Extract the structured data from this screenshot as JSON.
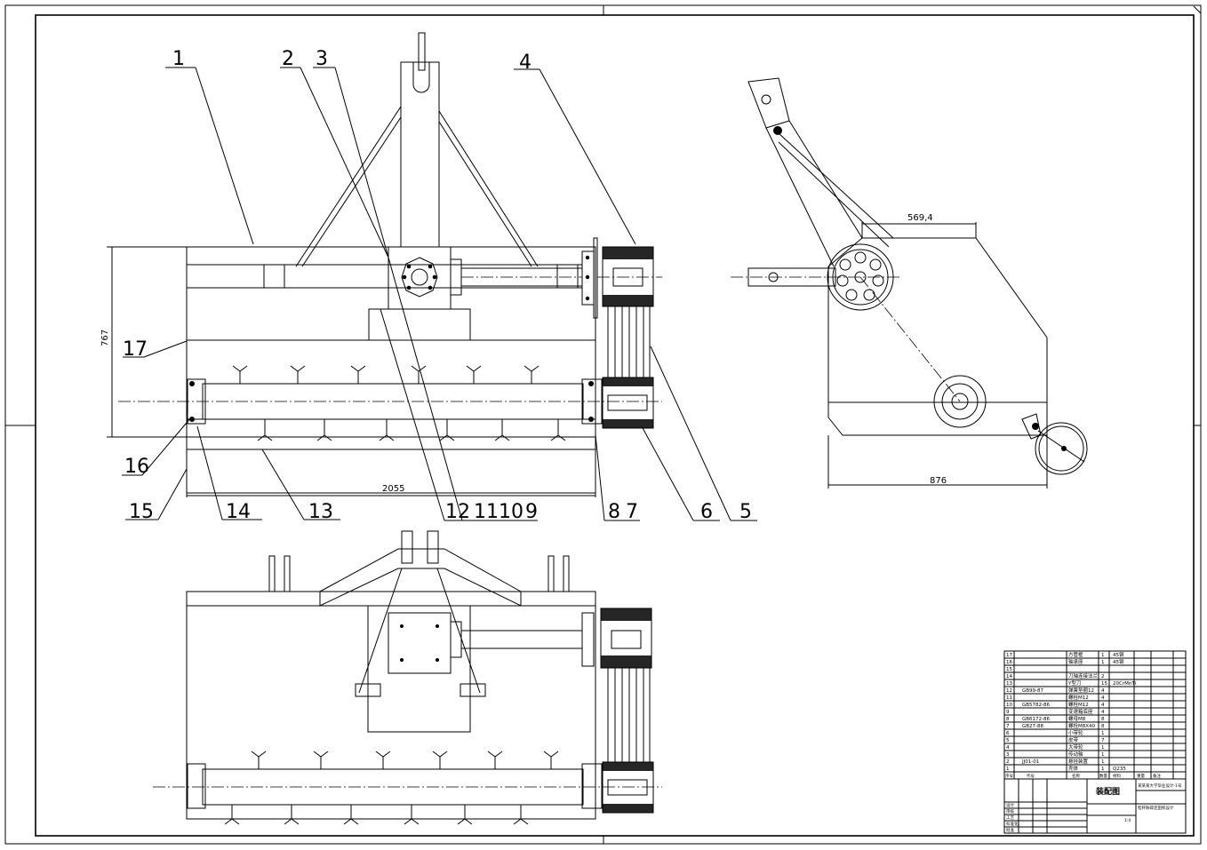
{
  "drawing": {
    "callouts": [
      "1",
      "2",
      "3",
      "4",
      "5",
      "6",
      "8",
      "7",
      "12",
      "11",
      "10",
      "9",
      "13",
      "14",
      "15",
      "16",
      "17"
    ],
    "dimensions": {
      "height_left": "767",
      "width_bottom": "2055",
      "side_top": "569,4",
      "side_bottom": "876"
    }
  },
  "title_block": {
    "parts": [
      {
        "no": "17",
        "std": "",
        "name": "方管框",
        "qty": "1",
        "mat": "45钢"
      },
      {
        "no": "16",
        "std": "",
        "name": "轴承座",
        "qty": "1",
        "mat": "45钢"
      },
      {
        "no": "15",
        "std": "",
        "name": "",
        "qty": "",
        "mat": ""
      },
      {
        "no": "14",
        "std": "",
        "name": "刀轴连接法兰",
        "qty": "2",
        "mat": ""
      },
      {
        "no": "13",
        "std": "",
        "name": "Y型刀",
        "qty": "15",
        "mat": "20CrMnTi"
      },
      {
        "no": "12",
        "std": "GB99-87",
        "name": "弹簧垫圈12",
        "qty": "4",
        "mat": ""
      },
      {
        "no": "11",
        "std": "",
        "name": "螺栓M12",
        "qty": "4",
        "mat": ""
      },
      {
        "no": "10",
        "std": "GB5782-86",
        "name": "螺栓M12",
        "qty": "4",
        "mat": ""
      },
      {
        "no": "9",
        "std": "",
        "name": "变速箱底座",
        "qty": "4",
        "mat": ""
      },
      {
        "no": "8",
        "std": "GB6172-86",
        "name": "螺母M8",
        "qty": "8",
        "mat": ""
      },
      {
        "no": "7",
        "std": "GB27-88",
        "name": "螺栓M8X40",
        "qty": "8",
        "mat": ""
      },
      {
        "no": "6",
        "std": "",
        "name": "小带轮",
        "qty": "1",
        "mat": ""
      },
      {
        "no": "5",
        "std": "",
        "name": "皮带",
        "qty": "7",
        "mat": ""
      },
      {
        "no": "4",
        "std": "",
        "name": "大带轮",
        "qty": "1",
        "mat": ""
      },
      {
        "no": "3",
        "std": "",
        "name": "传动轴",
        "qty": "1",
        "mat": ""
      },
      {
        "no": "2",
        "std": "JJ01-01",
        "name": "悬挂装置",
        "qty": "1",
        "mat": ""
      },
      {
        "no": "1",
        "std": "",
        "name": "壳体",
        "qty": "1",
        "mat": "Q235"
      }
    ],
    "header": {
      "no": "序号",
      "std": "代号",
      "name": "名称",
      "qty": "数量",
      "mat": "材料",
      "weight": "重量",
      "note": "备注"
    },
    "title": "装配图",
    "school": "某某某大学毕业设计-1号",
    "project": "秸秆粉碎还田机设计",
    "scale": "1:4",
    "sign_rows": [
      "设计",
      "审核",
      "工艺",
      "标准化",
      "批准"
    ]
  }
}
